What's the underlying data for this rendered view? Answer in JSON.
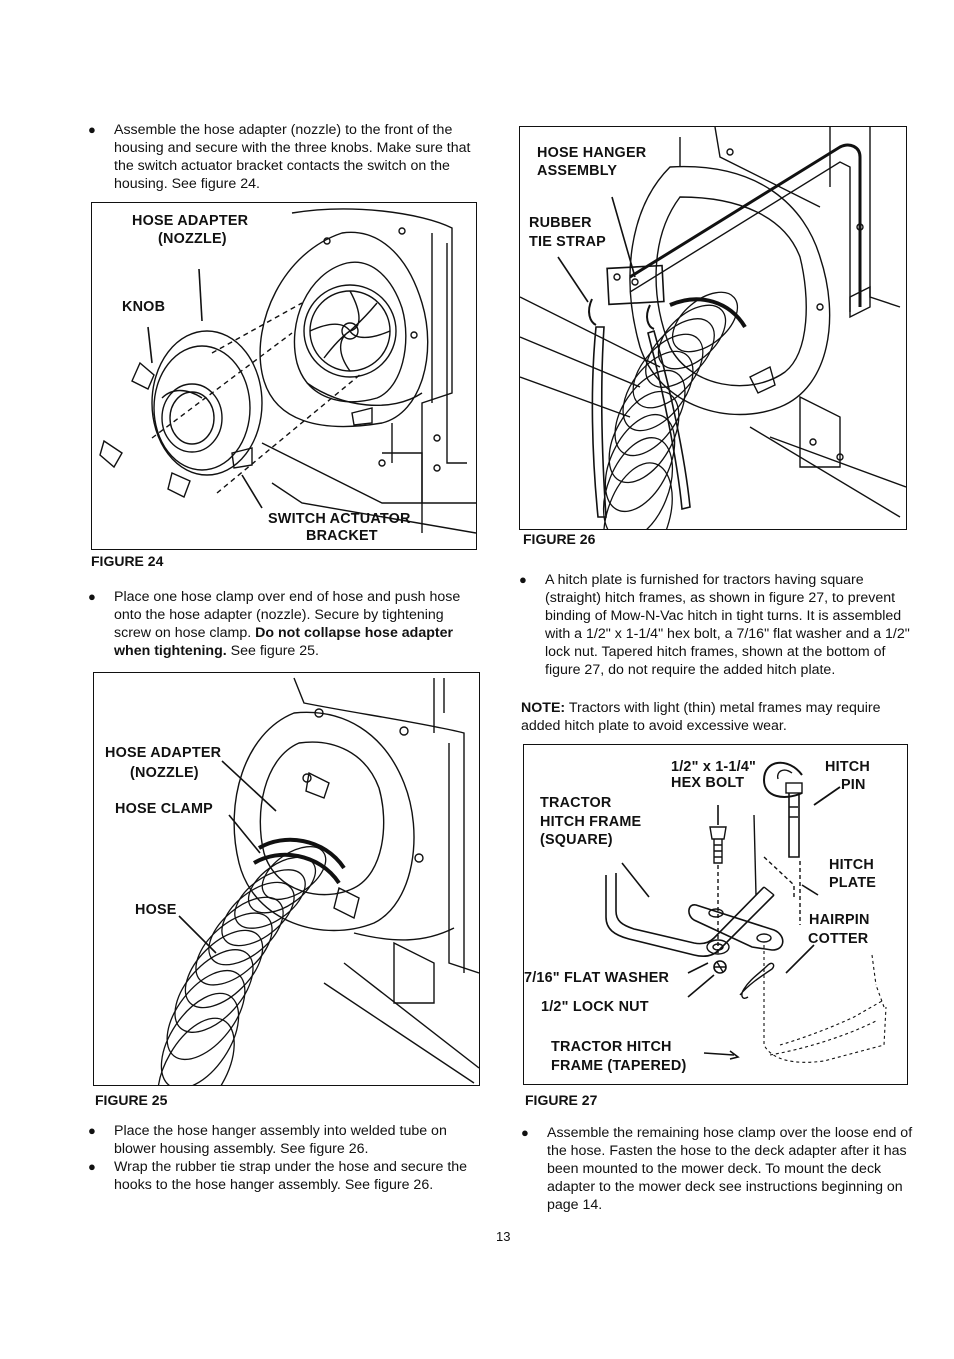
{
  "left": {
    "p1": "Assemble the hose adapter (nozzle) to the front of the housing and secure with the three knobs. Make sure that the switch actuator bracket contacts the switch on the housing. See figure 24.",
    "fig24": {
      "hose_adapter_1": "HOSE ADAPTER",
      "hose_adapter_2": "(NOZZLE)",
      "knob": "KNOB",
      "switch_1": "SWITCH ACTUATOR",
      "switch_2": "BRACKET",
      "caption": "FIGURE 24"
    },
    "p2_a": "Place one hose clamp over end of hose and push hose onto the hose adapter (nozzle). Secure by tightening screw on hose clamp. ",
    "p2_bold": "Do not collapse hose adapter when tightening.",
    "p2_c": " See figure 25.",
    "fig25": {
      "hose_adapter_1": "HOSE ADAPTER",
      "hose_adapter_2": "(NOZZLE)",
      "hose_clamp": "HOSE CLAMP",
      "hose": "HOSE",
      "caption": "FIGURE 25"
    },
    "p3": "Place the hose hanger assembly into welded tube on blower housing assembly. See figure 26.",
    "p4": "Wrap the rubber tie strap under the hose and secure the hooks to the hose hanger assembly. See figure 26."
  },
  "right": {
    "fig26": {
      "hanger_1": "HOSE HANGER",
      "hanger_2": "ASSEMBLY",
      "strap_1": "RUBBER",
      "strap_2": "TIE STRAP",
      "caption": "FIGURE 26"
    },
    "p5": "A hitch plate is furnished for tractors having square (straight) hitch frames, as shown in figure 27, to prevent binding of Mow-N-Vac hitch in tight turns. It is assembled with a 1/2\" x 1-1/4\" hex bolt, a 7/16\" flat washer and a 1/2\" lock nut. Tapered hitch frames, shown at the bottom of figure 27, do not require the added hitch plate.",
    "note_label": "NOTE:",
    "note_text": "Tractors with light (thin) metal frames may require added hitch plate to avoid excessive wear.",
    "fig27": {
      "bolt_1": "1/2\" x 1-1/4\"",
      "bolt_2": "HEX BOLT",
      "pin_1": "HITCH",
      "pin_2": "PIN",
      "frame_sq_1": "TRACTOR",
      "frame_sq_2": "HITCH FRAME",
      "frame_sq_3": "(SQUARE)",
      "plate_1": "HITCH",
      "plate_2": "PLATE",
      "cotter_1": "HAIRPIN",
      "cotter_2": "COTTER",
      "washer": "7/16\" FLAT WASHER",
      "nut": "1/2\" LOCK NUT",
      "frame_tp_1": "TRACTOR HITCH",
      "frame_tp_2": "FRAME (TAPERED)",
      "caption": "FIGURE 27"
    },
    "p6": "Assemble the remaining hose clamp over the loose end of the hose. Fasten the hose to the deck adapter after it has been mounted to the mower deck. To mount the deck adapter to the mower deck see instructions beginning on page 14."
  },
  "page_number": "13"
}
